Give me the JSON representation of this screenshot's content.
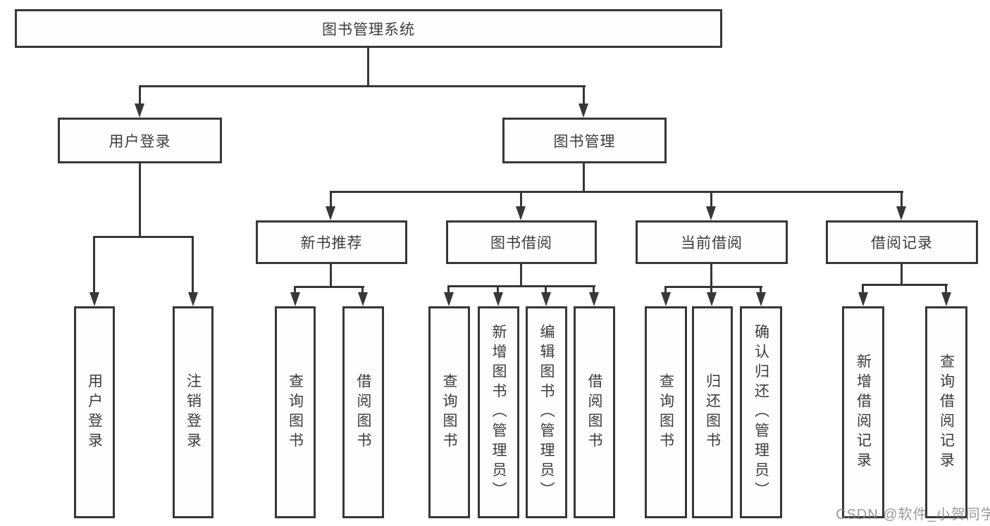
{
  "diagram": {
    "title_node": {
      "label": "图书管理系统"
    },
    "level2": [
      {
        "label": "用户登录"
      },
      {
        "label": "图书管理"
      }
    ],
    "level3": [
      {
        "label": "新书推荐"
      },
      {
        "label": "图书借阅"
      },
      {
        "label": "当前借阅"
      },
      {
        "label": "借阅记录"
      }
    ],
    "leaves": [
      {
        "label": "用户登录"
      },
      {
        "label": "注销登录"
      },
      {
        "label": "查询图书"
      },
      {
        "label": "借阅图书"
      },
      {
        "label": "查询图书"
      },
      {
        "label": "新增图书（管理员）"
      },
      {
        "label": "编辑图书（管理员）"
      },
      {
        "label": "借阅图书"
      },
      {
        "label": "查询图书"
      },
      {
        "label": "归还图书"
      },
      {
        "label": "确认归还（管理员）"
      },
      {
        "label": "新增借阅记录"
      },
      {
        "label": "查询借阅记录"
      }
    ]
  },
  "watermark": "CSDN @软件_小贺同学",
  "colors": {
    "line": "#373737",
    "text": "#3c3c3c",
    "background": "#ffffff",
    "watermark": "#808080"
  }
}
